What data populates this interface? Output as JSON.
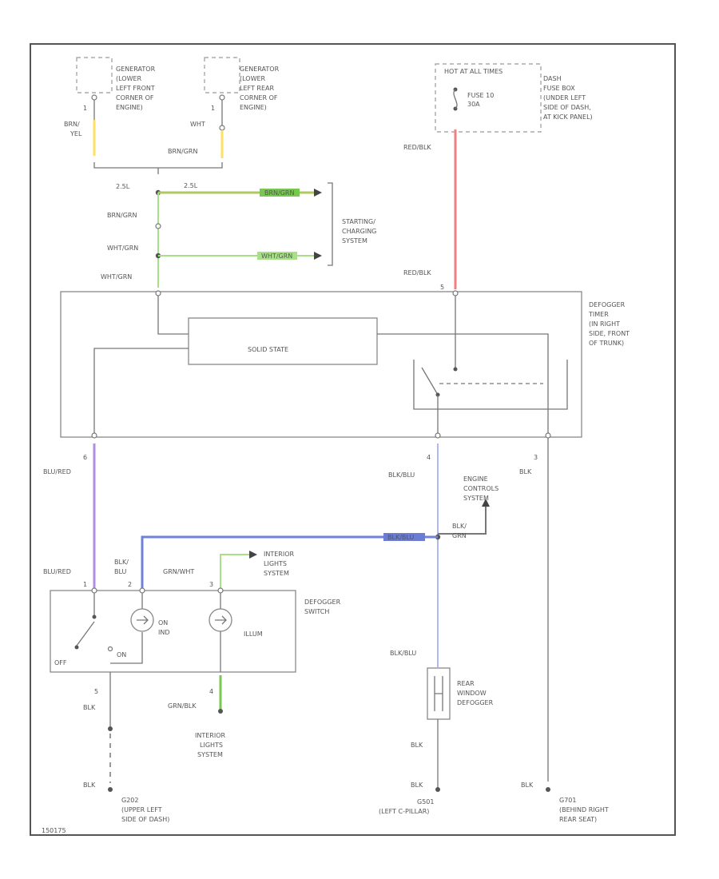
{
  "gen_front_label": [
    "GENERATOR",
    "(LOWER",
    "LEFT FRONT",
    "CORNER OF",
    "ENGINE)"
  ],
  "gen_rear_label": [
    "GENERATOR",
    "(LOWER",
    "LEFT REAR",
    "CORNER OF",
    "ENGINE)"
  ],
  "pin_1a": "1",
  "pin_1b": "1",
  "wire_brn_yel": [
    "BRN/",
    "YEL"
  ],
  "wire_wht": "WHT",
  "wire_brn_grn_top": "BRN/GRN",
  "wire_25l_left": "2.5L",
  "wire_25l_right": "2.5L",
  "tag_brn_grn": "BRN/GRN",
  "wire_brn_grn_mid": "BRN/GRN",
  "wire_wht_grn_1": "WHT/GRN",
  "tag_wht_grn": "WHT/GRN",
  "wire_wht_grn_2": "WHT/GRN",
  "starting_label": [
    "STARTING/",
    "CHARGING",
    "SYSTEM"
  ],
  "hot_label": "HOT AT ALL TIMES",
  "fuse_label": [
    "FUSE 10",
    "30A"
  ],
  "dash_box_label": [
    "DASH",
    "FUSE BOX",
    "(UNDER LEFT",
    "SIDE OF DASH,",
    "AT KICK PANEL)"
  ],
  "wire_red_blk_1": "RED/BLK",
  "wire_red_blk_2": "RED/BLK",
  "pin_5": "5",
  "timer_label": [
    "DEFOGGER",
    "TIMER",
    "(IN RIGHT",
    "SIDE, FRONT",
    "OF TRUNK)"
  ],
  "solid_state": "SOLID STATE",
  "pin_6": "6",
  "pin_4": "4",
  "pin_3": "3",
  "wire_blu_red_1": "BLU/RED",
  "wire_blk_blu_1": "BLK/BLU",
  "wire_blk_right": "BLK",
  "engine_label": [
    "ENGINE",
    "CONTROLS",
    "SYSTEM"
  ],
  "tag_blk_blu": "BLK/BLU",
  "wire_blk_grn": [
    "BLK/",
    "GRN"
  ],
  "wire_blk_blu_left": [
    "BLK/",
    "BLU"
  ],
  "wire_blu_red_2": "BLU/RED",
  "wire_grn_wht": "GRN/WHT",
  "interior_top_label": [
    "INTERIOR",
    "LIGHTS",
    "SYSTEM"
  ],
  "switch_label": [
    "DEFOGGER",
    "SWITCH"
  ],
  "pin_switch_1": "1",
  "pin_switch_2": "2",
  "pin_switch_3": "3",
  "lamp_onind": [
    "ON",
    "IND"
  ],
  "lamp_illum": "ILLUM",
  "off_label": "OFF",
  "on_label": "ON",
  "pin_sw_5": "5",
  "pin_sw_4": "4",
  "wire_blk_1": "BLK",
  "wire_grn_blk": "GRN/BLK",
  "interior_bottom_label": [
    "INTERIOR",
    "LIGHTS",
    "SYSTEM"
  ],
  "wire_blk_blu_2": "BLK/BLU",
  "defogger_label": [
    "REAR",
    "WINDOW",
    "DEFOGGER"
  ],
  "wire_blk_2": "BLK",
  "wire_blk_3": "BLK",
  "wire_blk_4": "BLK",
  "wire_blk_5": "BLK",
  "g_left_label": [
    "G202",
    "(UPPER LEFT",
    "SIDE OF DASH)"
  ],
  "g_mid_label": [
    "G501",
    "(LEFT C-PILLAR)"
  ],
  "g_right_label": [
    "G701",
    "(BEHIND RIGHT",
    "REAR SEAT)"
  ],
  "figure_id": "150175",
  "colors": {
    "yellow": "#ffe066",
    "green": "#a8e08a",
    "red": "#f08080",
    "purple": "#b48ce6",
    "blue": "#7080d8",
    "light_blue": "#b0b8f0",
    "tag_green": "#78c850",
    "tag_blue": "#6a7cd6"
  }
}
